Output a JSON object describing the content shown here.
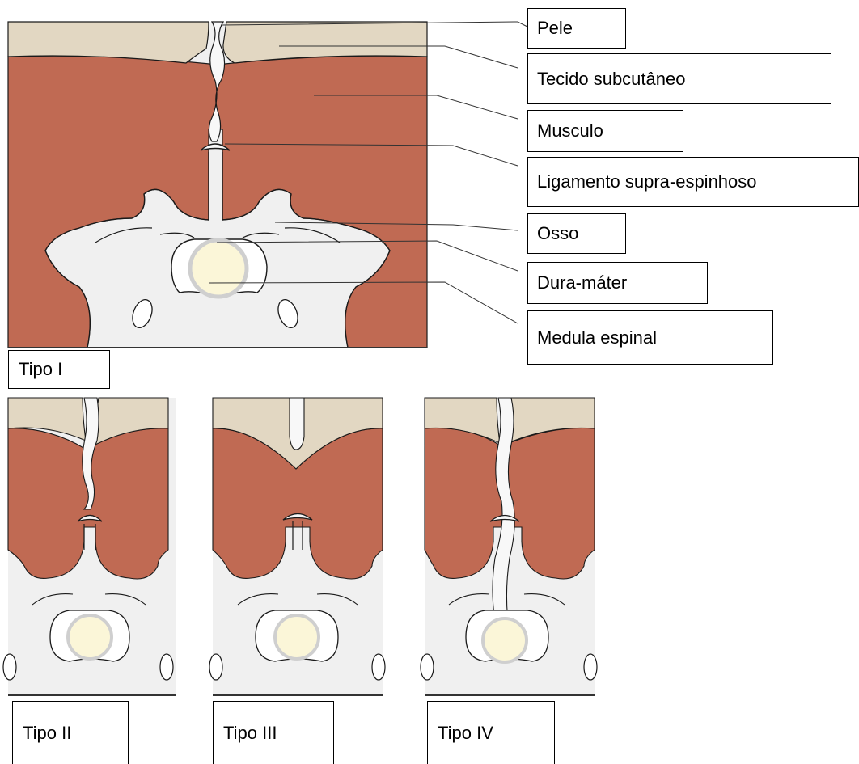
{
  "labels": {
    "pele": "Pele",
    "tecido": "Tecido subcutâneo",
    "musculo": "Musculo",
    "ligamento": "Ligamento supra-espinhoso",
    "osso": "Osso",
    "dura": "Dura-máter",
    "medula": "Medula espinal"
  },
  "types": {
    "t1": "Tipo I",
    "t2": "Tipo II",
    "t3": "Tipo III",
    "t4": "Tipo IV"
  },
  "colors": {
    "skin": "#e2d7c2",
    "muscle": "#c06a53",
    "bone": "#f0f0f0",
    "cord": "#fbf6d8",
    "dura": "#cfcfcf",
    "outline": "#1a1a1a"
  }
}
